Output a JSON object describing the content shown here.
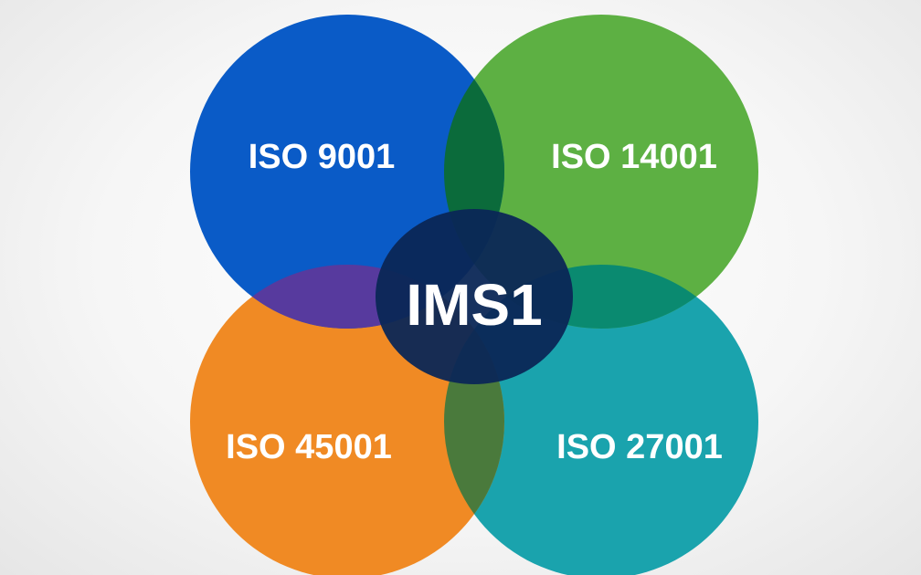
{
  "venn": {
    "center_label": "IMS1",
    "sets": [
      {
        "id": "top-left",
        "label": "ISO 9001",
        "color": "#0a5bc7"
      },
      {
        "id": "top-right",
        "label": "ISO 14001",
        "color": "#5db043"
      },
      {
        "id": "bottom-left",
        "label": "ISO 45001",
        "color": "#f08a24"
      },
      {
        "id": "bottom-right",
        "label": "ISO 27001",
        "color": "#1aa3ad"
      }
    ],
    "overlap_colors": {
      "top-left_top-right": "#0b6b3b",
      "top-left_bottom-left": "#573a9e",
      "top-right_bottom-right": "#0a8a70",
      "bottom-left_bottom-right": "#4a7a3c",
      "center": "#0b2756"
    }
  }
}
